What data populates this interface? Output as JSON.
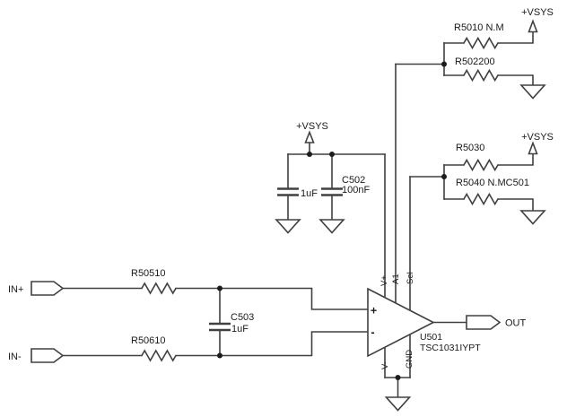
{
  "schematic": {
    "background_color": "#ffffff",
    "wire_color": "#404040",
    "text_color": "#1a1a1a",
    "power_net_label": "+VSYS",
    "ports": {
      "in_plus": "IN+",
      "in_minus": "IN-",
      "out": "OUT"
    },
    "opamp": {
      "reference": "U501",
      "part_number": "TSC1031IYPT",
      "pins": {
        "v_plus": "V+",
        "a1": "A1",
        "sel": "Sel",
        "v_minus": "V-",
        "gnd": "GND",
        "input_plus": "+",
        "input_minus": "-"
      }
    },
    "resistors": {
      "r505": "R50510",
      "r506": "R50610",
      "r501": "R5010 N.M",
      "r502": "R502200",
      "r503": "R5030",
      "r504": "R5040 N.MC501"
    },
    "capacitors": {
      "bulk": "1uF",
      "c502_ref": "C502",
      "c502_value": "100nF",
      "c503_ref": "C503",
      "c503_value": "1uF"
    }
  }
}
